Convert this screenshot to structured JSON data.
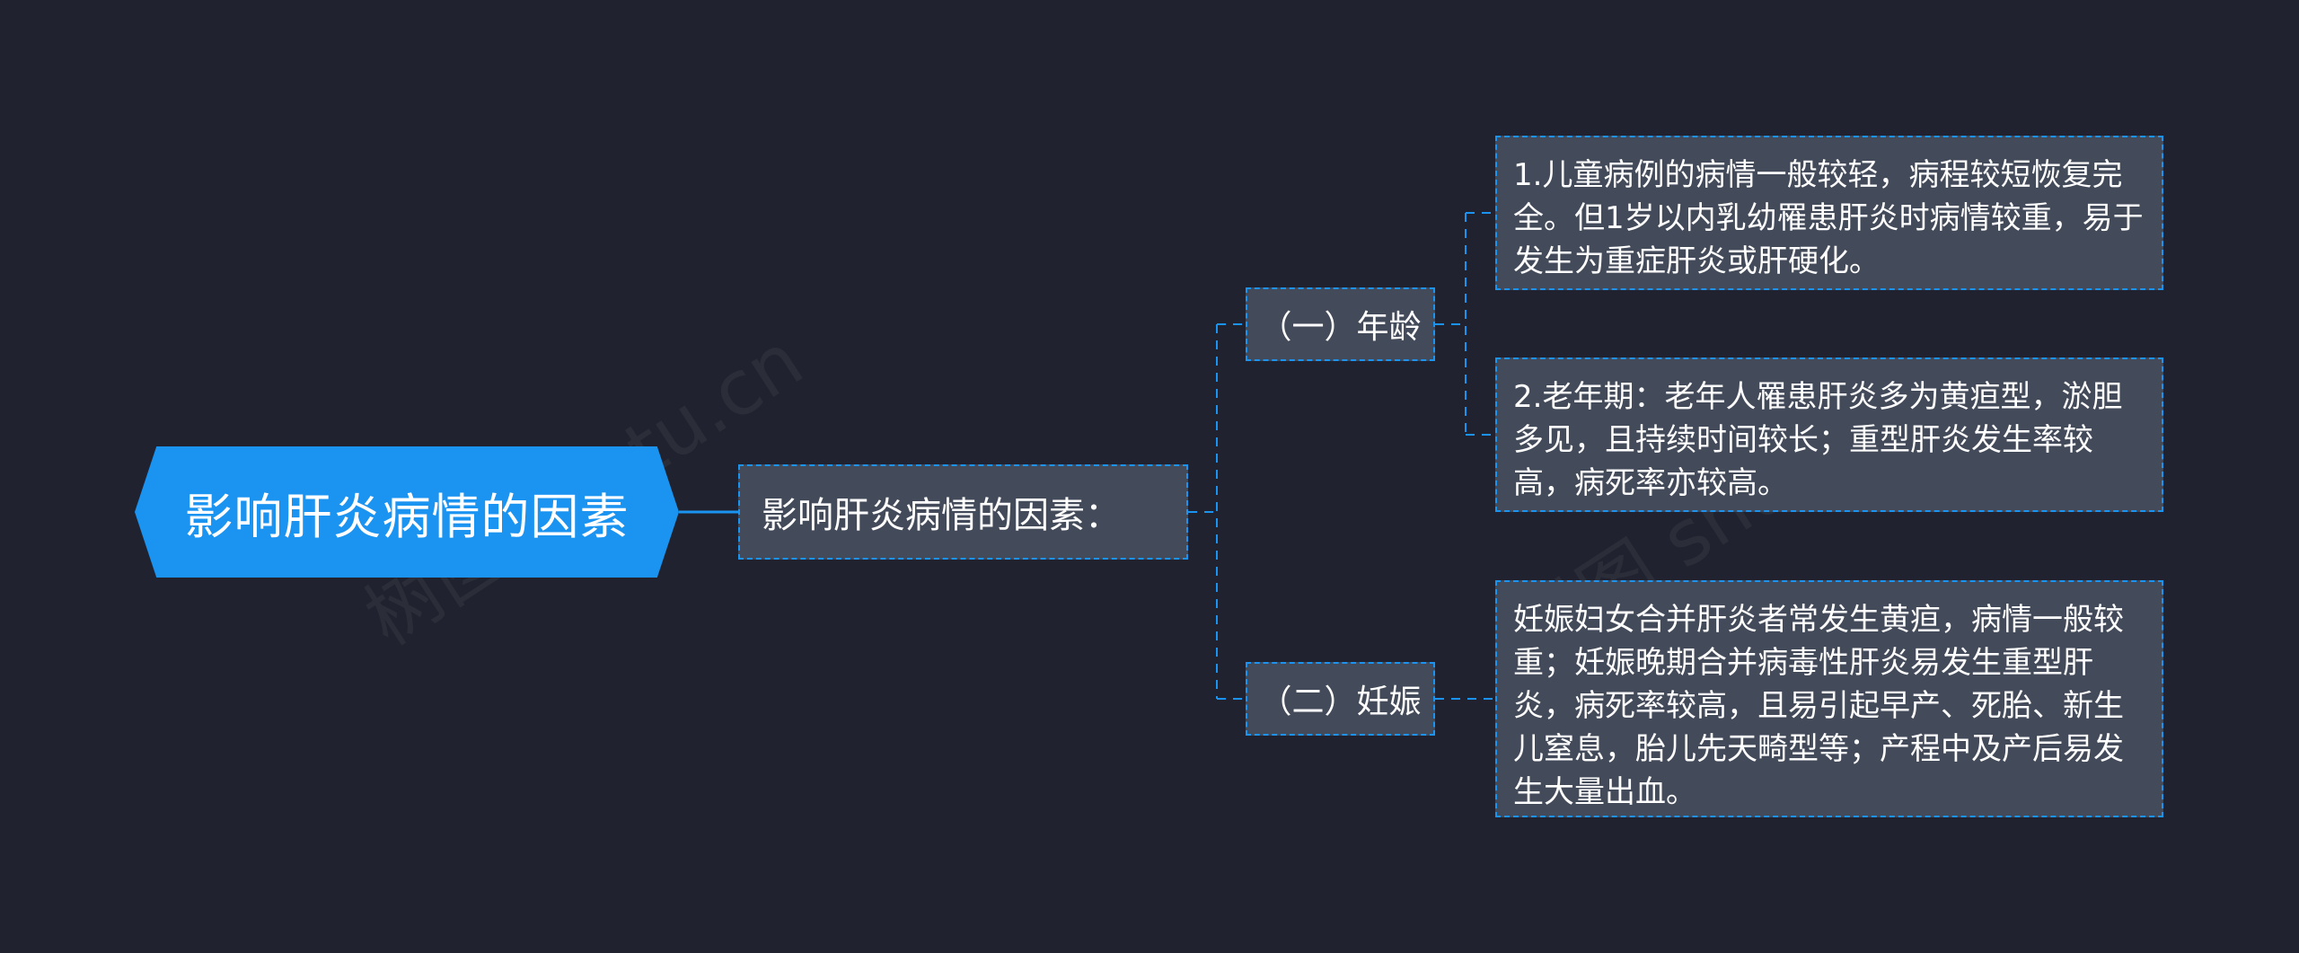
{
  "mindmap": {
    "root": "影响肝炎病情的因素",
    "mid": "影响肝炎病情的因素：",
    "branches": [
      {
        "label": "（一）年龄",
        "leaves": [
          "1.儿童病例的病情一般较轻，病程较短恢复完全。但1岁以内乳幼罹患肝炎时病情较重，易于发生为重症肝炎或肝硬化。",
          "2.老年期：老年人罹患肝炎多为黄疸型，淤胆多见，且持续时间较长；重型肝炎发生率较高，病死率亦较高。"
        ]
      },
      {
        "label": "（二）妊娠",
        "leaves": [
          "妊娠妇女合并肝炎者常发生黄疸，病情一般较重；妊娠晚期合并病毒性肝炎易发生重型肝炎，病死率较高，且易引起早产、死胎、新生儿窒息，胎儿先天畸型等；产程中及产后易发生大量出血。"
        ]
      }
    ]
  },
  "watermark": "树图 shutu.cn",
  "colors": {
    "background": "#20232f",
    "accent": "#1a93f1",
    "node_fill": "#434a59",
    "text": "#ffffff"
  }
}
